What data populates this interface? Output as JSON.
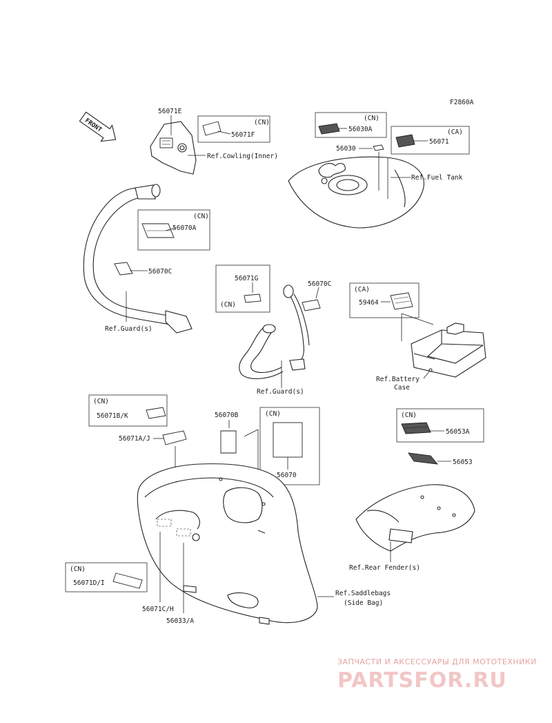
{
  "figure_code": "F2860A",
  "front_arrow": "FRONT",
  "cn": "(CN)",
  "ca": "(CA)",
  "parts": {
    "p56071E": "56071E",
    "p56071F": "56071F",
    "p56030A": "56030A",
    "p56030": "56030",
    "p56071": "56071",
    "p56070A": "56070A",
    "p56070C_l": "56070C",
    "p56071G": "56071G",
    "p56070C_r": "56070C",
    "p59464": "59464",
    "p56071BK": "56071B/K",
    "p56071AJ": "56071A/J",
    "p56070B": "56070B",
    "p56070": "56070",
    "p56053A": "56053A",
    "p56053": "56053",
    "p56071DI": "56071D/I",
    "p56071CH": "56071C/H",
    "p56033A": "56033/A"
  },
  "refs": {
    "cowling": "Ref.Cowling(Inner)",
    "fuel_tank": "Ref.Fuel Tank",
    "guard_l": "Ref.Guard(s)",
    "guard_c": "Ref.Guard(s)",
    "battery_1": "Ref.Battery",
    "battery_2": "Case",
    "rear_fender": "Ref.Rear Fender(s)",
    "saddlebags_1": "Ref.Saddlebags",
    "saddlebags_2": "(Side Bag)"
  },
  "watermark": {
    "tagline": "ЗАПЧАСТИ И АКСЕССУАРЫ ДЛЯ МОТОТЕХНИКИ",
    "logo": "PARTSFOR.RU"
  }
}
